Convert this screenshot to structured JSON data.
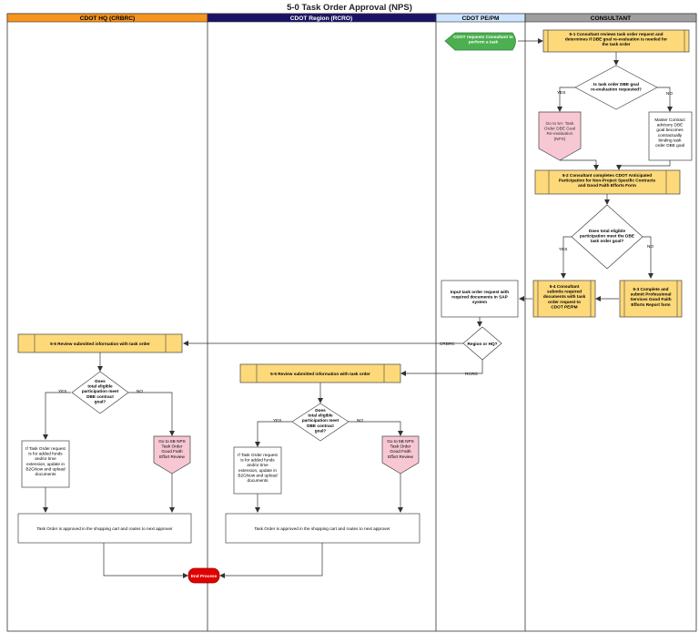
{
  "title": "5-0 Task Order Approval (NPS)",
  "lanes": [
    {
      "id": "hq",
      "label": "CDOT HQ (CRBRC)",
      "color": "#f7941d",
      "text": "#000000"
    },
    {
      "id": "region",
      "label": "CDOT Region (RCRO)",
      "color": "#1b1464",
      "text": "#ffffff"
    },
    {
      "id": "pepm",
      "label": "CDOT PE/PM",
      "color": "#cce4ff",
      "text": "#000000"
    },
    {
      "id": "consultant",
      "label": "CONSULTANT",
      "color": "#9e9e9e",
      "text": "#000000"
    }
  ],
  "colors": {
    "process_fill": "#fdd97a",
    "process_border": "#444444",
    "link_fill": "#f7c8d4",
    "start_fill": "#4caf50",
    "end_fill": "#e00000"
  },
  "nodes": {
    "start": {
      "lines": [
        "CDOT requests Consultant to",
        "perform a task"
      ]
    },
    "s51": {
      "lines": [
        "5-1 Consultant reviews task order request and",
        "determines if DBE goal re-evaluation is needed for",
        "the task order"
      ]
    },
    "d1": {
      "lines": [
        "Is task order DBE goal",
        "re-evaluation requested?"
      ]
    },
    "goto5a": {
      "lines": [
        "Go to 5A: Task",
        "Order DBE Goal",
        "Re-evaluation",
        "(NPS)"
      ]
    },
    "master": {
      "lines": [
        "Master Contract",
        "advisory DBE",
        "goal becomes",
        "contractually",
        "binding task",
        "order DBE goal"
      ]
    },
    "s52": {
      "lines": [
        "5-2 Consultant completes CDOT Anticipated",
        "Participation for Non-Project Specific Contracts",
        "and Good Faith Efforts Form"
      ]
    },
    "d2": {
      "lines": [
        "Does total eligible",
        "participation meet the DBE",
        "task order goal?"
      ]
    },
    "s53": {
      "lines": [
        "5-3 Complete and",
        "submit Professional",
        "Services Good Faith",
        "Efforts Report form"
      ]
    },
    "s54": {
      "lines": [
        "5-4 Consultant",
        "submits required",
        "documents with task",
        "order request to",
        "CDOT PE/PM"
      ]
    },
    "input_sap": {
      "lines": [
        "Input task order request with",
        "required documents in SAP",
        "system"
      ]
    },
    "d_region": {
      "lines": [
        "Region or HQ?"
      ]
    },
    "hq_review": {
      "lines": [
        "5-5 Review submitted information with task order"
      ]
    },
    "hq_d": {
      "lines": [
        "Does",
        "total eligible",
        "participation meet",
        "DBE contract",
        "goal?"
      ]
    },
    "hq_if": {
      "lines": [
        "If Task Order request",
        "is for added funds",
        "and/or time",
        "extension, update in",
        "B2GNow and upload",
        "documents"
      ]
    },
    "hq_goto5b": {
      "lines": [
        "Go to 5B NPS",
        "Task Order",
        "Good Faith",
        "Effort Review"
      ]
    },
    "hq_approved": {
      "lines": [
        "Task Order is approved in the shopping cart and routes to next approver"
      ]
    },
    "rg_review": {
      "lines": [
        "5-5 Review submitted information with task order"
      ]
    },
    "rg_d": {
      "lines": [
        "Does",
        "total eligible",
        "participation meet",
        "DBE contract",
        "goal?"
      ]
    },
    "rg_if": {
      "lines": [
        "If Task Order request",
        "is for added funds",
        "and/or time",
        "extension, update in",
        "B2GNow and upload",
        "documents"
      ]
    },
    "rg_goto5b": {
      "lines": [
        "Go to 5B NPS",
        "Task Order",
        "Good Faith",
        "Effort Review"
      ]
    },
    "rg_approved": {
      "lines": [
        "Task Order is approved in the shopping cart and routes to next approver"
      ]
    },
    "end": {
      "lines": [
        "End Process"
      ]
    }
  },
  "edge_labels": {
    "yes": "YES",
    "no": "NO",
    "crbrc": "CRBRC",
    "rcro": "RCRO"
  }
}
